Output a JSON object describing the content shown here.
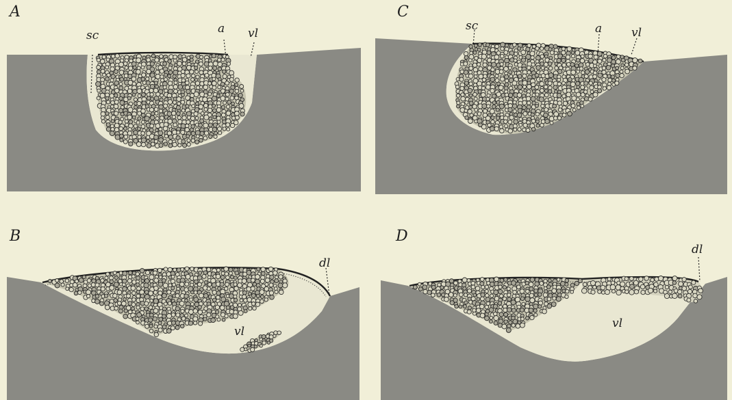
{
  "panels": [
    {
      "id": "A",
      "letter": "A",
      "labels": [
        "sc",
        "a",
        "vl"
      ]
    },
    {
      "id": "B",
      "letter": "B",
      "labels": [
        "dl",
        "vl"
      ]
    },
    {
      "id": "C",
      "letter": "C",
      "labels": [
        "sc",
        "a",
        "vl"
      ]
    },
    {
      "id": "D",
      "letter": "D",
      "labels": [
        "dl",
        "vl"
      ]
    }
  ]
}
